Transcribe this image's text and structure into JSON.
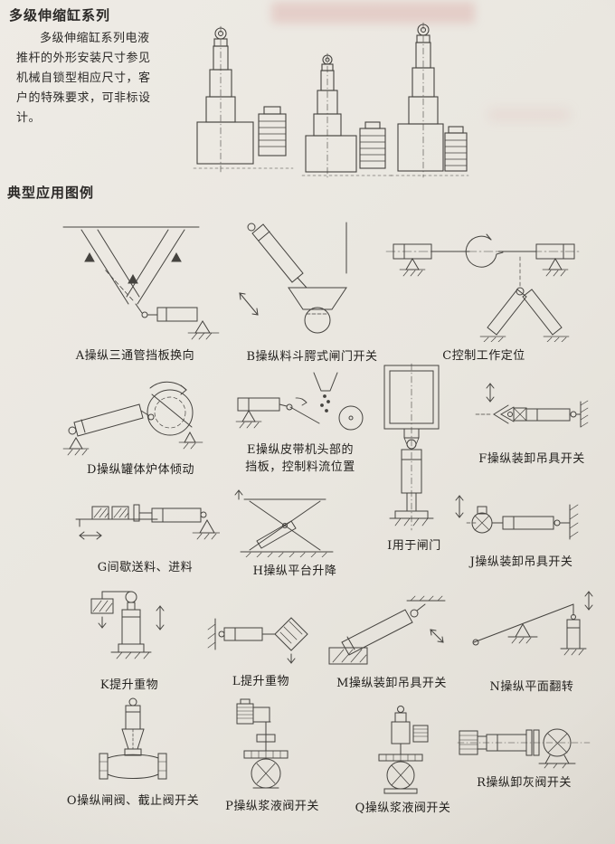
{
  "theme": {
    "paper": "#e9e6df",
    "ink": "#2b2927",
    "lineart": "#45433f",
    "bleed_pink": "#d5928e"
  },
  "header": {
    "title": "多级伸缩缸系列",
    "intro": "多级伸缩缸系列电液推杆的外形安装尺寸参见机械自锁型相应尺寸，客户的特殊要求，可非标设计。"
  },
  "section": {
    "title": "典型应用图例"
  },
  "figures": [
    {
      "id": "A",
      "caption": "A操纵三通管挡板换向"
    },
    {
      "id": "B",
      "caption": "B操纵料斗腭式闸门开关"
    },
    {
      "id": "C",
      "caption": "C控制工作定位"
    },
    {
      "id": "D",
      "caption": "D操纵罐体炉体倾动"
    },
    {
      "id": "E",
      "caption": "E操纵皮带机头部的",
      "caption2": "挡板，控制料流位置"
    },
    {
      "id": "F",
      "caption": "F操纵装卸吊具开关"
    },
    {
      "id": "G",
      "caption": "G间歇送料、进料"
    },
    {
      "id": "H",
      "caption": "H操纵平台升降"
    },
    {
      "id": "I",
      "caption": "I用于闸门"
    },
    {
      "id": "J",
      "caption": "J操纵装卸吊具开关"
    },
    {
      "id": "K",
      "caption": "K提升重物"
    },
    {
      "id": "L",
      "caption": "L提升重物"
    },
    {
      "id": "M",
      "caption": "M操纵装卸吊具开关"
    },
    {
      "id": "N",
      "caption": "N操纵平面翻转"
    },
    {
      "id": "O",
      "caption": "O操纵闸阀、截止阀开关"
    },
    {
      "id": "P",
      "caption": "P操纵浆液阀开关"
    },
    {
      "id": "Q",
      "caption": "Q操纵浆液阀开关"
    },
    {
      "id": "R",
      "caption": "R操纵卸灰阀开关"
    }
  ]
}
